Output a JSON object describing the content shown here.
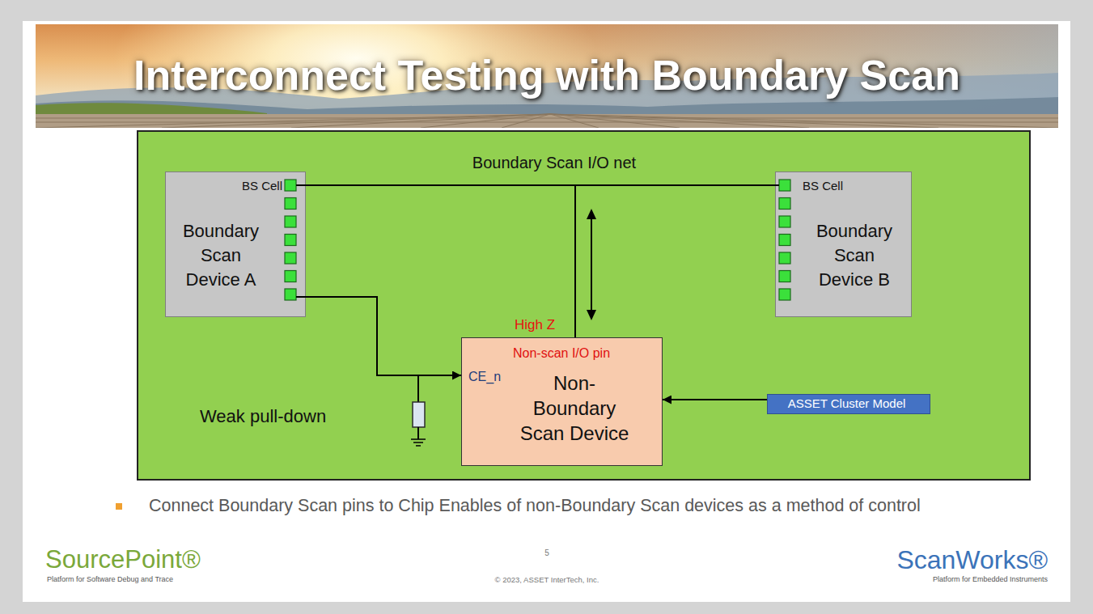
{
  "diagram": {
    "title": "Interconnect Testing with Boundary Scan",
    "nodes": [
      {
        "text": [
          "BS Cell",
          "Boundary Scan Device A"
        ]
      },
      {
        "text": [
          "BS Cell",
          "Boundary Scan Device B"
        ]
      },
      {
        "text": [
          "Non-scan I/O pin",
          "CE_n",
          "Non-Boundary Scan Device"
        ]
      },
      {
        "text": [
          "ASSET Cluster Model"
        ]
      }
    ],
    "edges": [
      {
        "from": 0,
        "to": 1,
        "arrow": "none",
        "label": "Boundary Scan I/O net"
      },
      {
        "from": 0,
        "to": 2,
        "arrow": "none"
      },
      {
        "from": 0,
        "to": 2,
        "arrow": "to"
      },
      {
        "from": 3,
        "to": 2,
        "arrow": "to"
      }
    ],
    "labels": [
      "High Z",
      "Weak pull-down",
      "Connect Boundary Scan pins to Chip Enables of non-Boundary Scan devices as a method of control",
      "5",
      "© 2023, ASSET InterTech, Inc.",
      "SourcePoint®",
      "Platform for Software Debug and Trace",
      "ScanWorks®",
      "Platform for Embedded Instruments"
    ]
  }
}
